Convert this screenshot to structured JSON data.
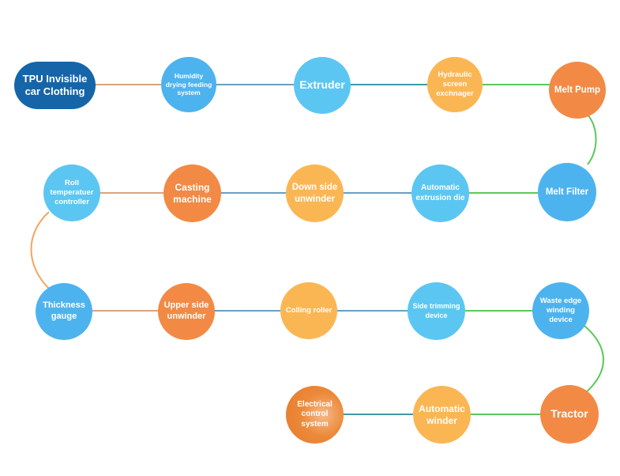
{
  "colors": {
    "navy": "#1565a8",
    "blue": "#4db3ef",
    "light_blue": "#5cc6f2",
    "orange": "#f28a45",
    "light_orange": "#fbb654",
    "line_tan": "#d8a47c",
    "line_steel": "#6a9fc0",
    "line_green": "#5bc85b",
    "line_teal": "#3f9aa8"
  },
  "nodes": {
    "tpu": "TPU Invisible car Clothing",
    "humidity": "Humidity drying feeding system",
    "extruder": "Extruder",
    "hydraulic": "Hydraulic screen exchnager",
    "melt_pump": "Melt Pump",
    "melt_filter": "Melt Filter",
    "extrusion_die": "Automatic extrusion die",
    "down_unwinder": "Down side unwinder",
    "casting": "Casting machine",
    "roll_temp": "Roll temperatuer controller",
    "thickness": "Thickness gauge",
    "upper_unwinder": "Upper side unwinder",
    "colling": "Colling roller",
    "side_trim": "Side trimming device",
    "waste_edge": "Waste edge winding device",
    "tractor": "Tractor",
    "auto_winder": "Automatic winder",
    "electrical": "Electrical control system"
  }
}
